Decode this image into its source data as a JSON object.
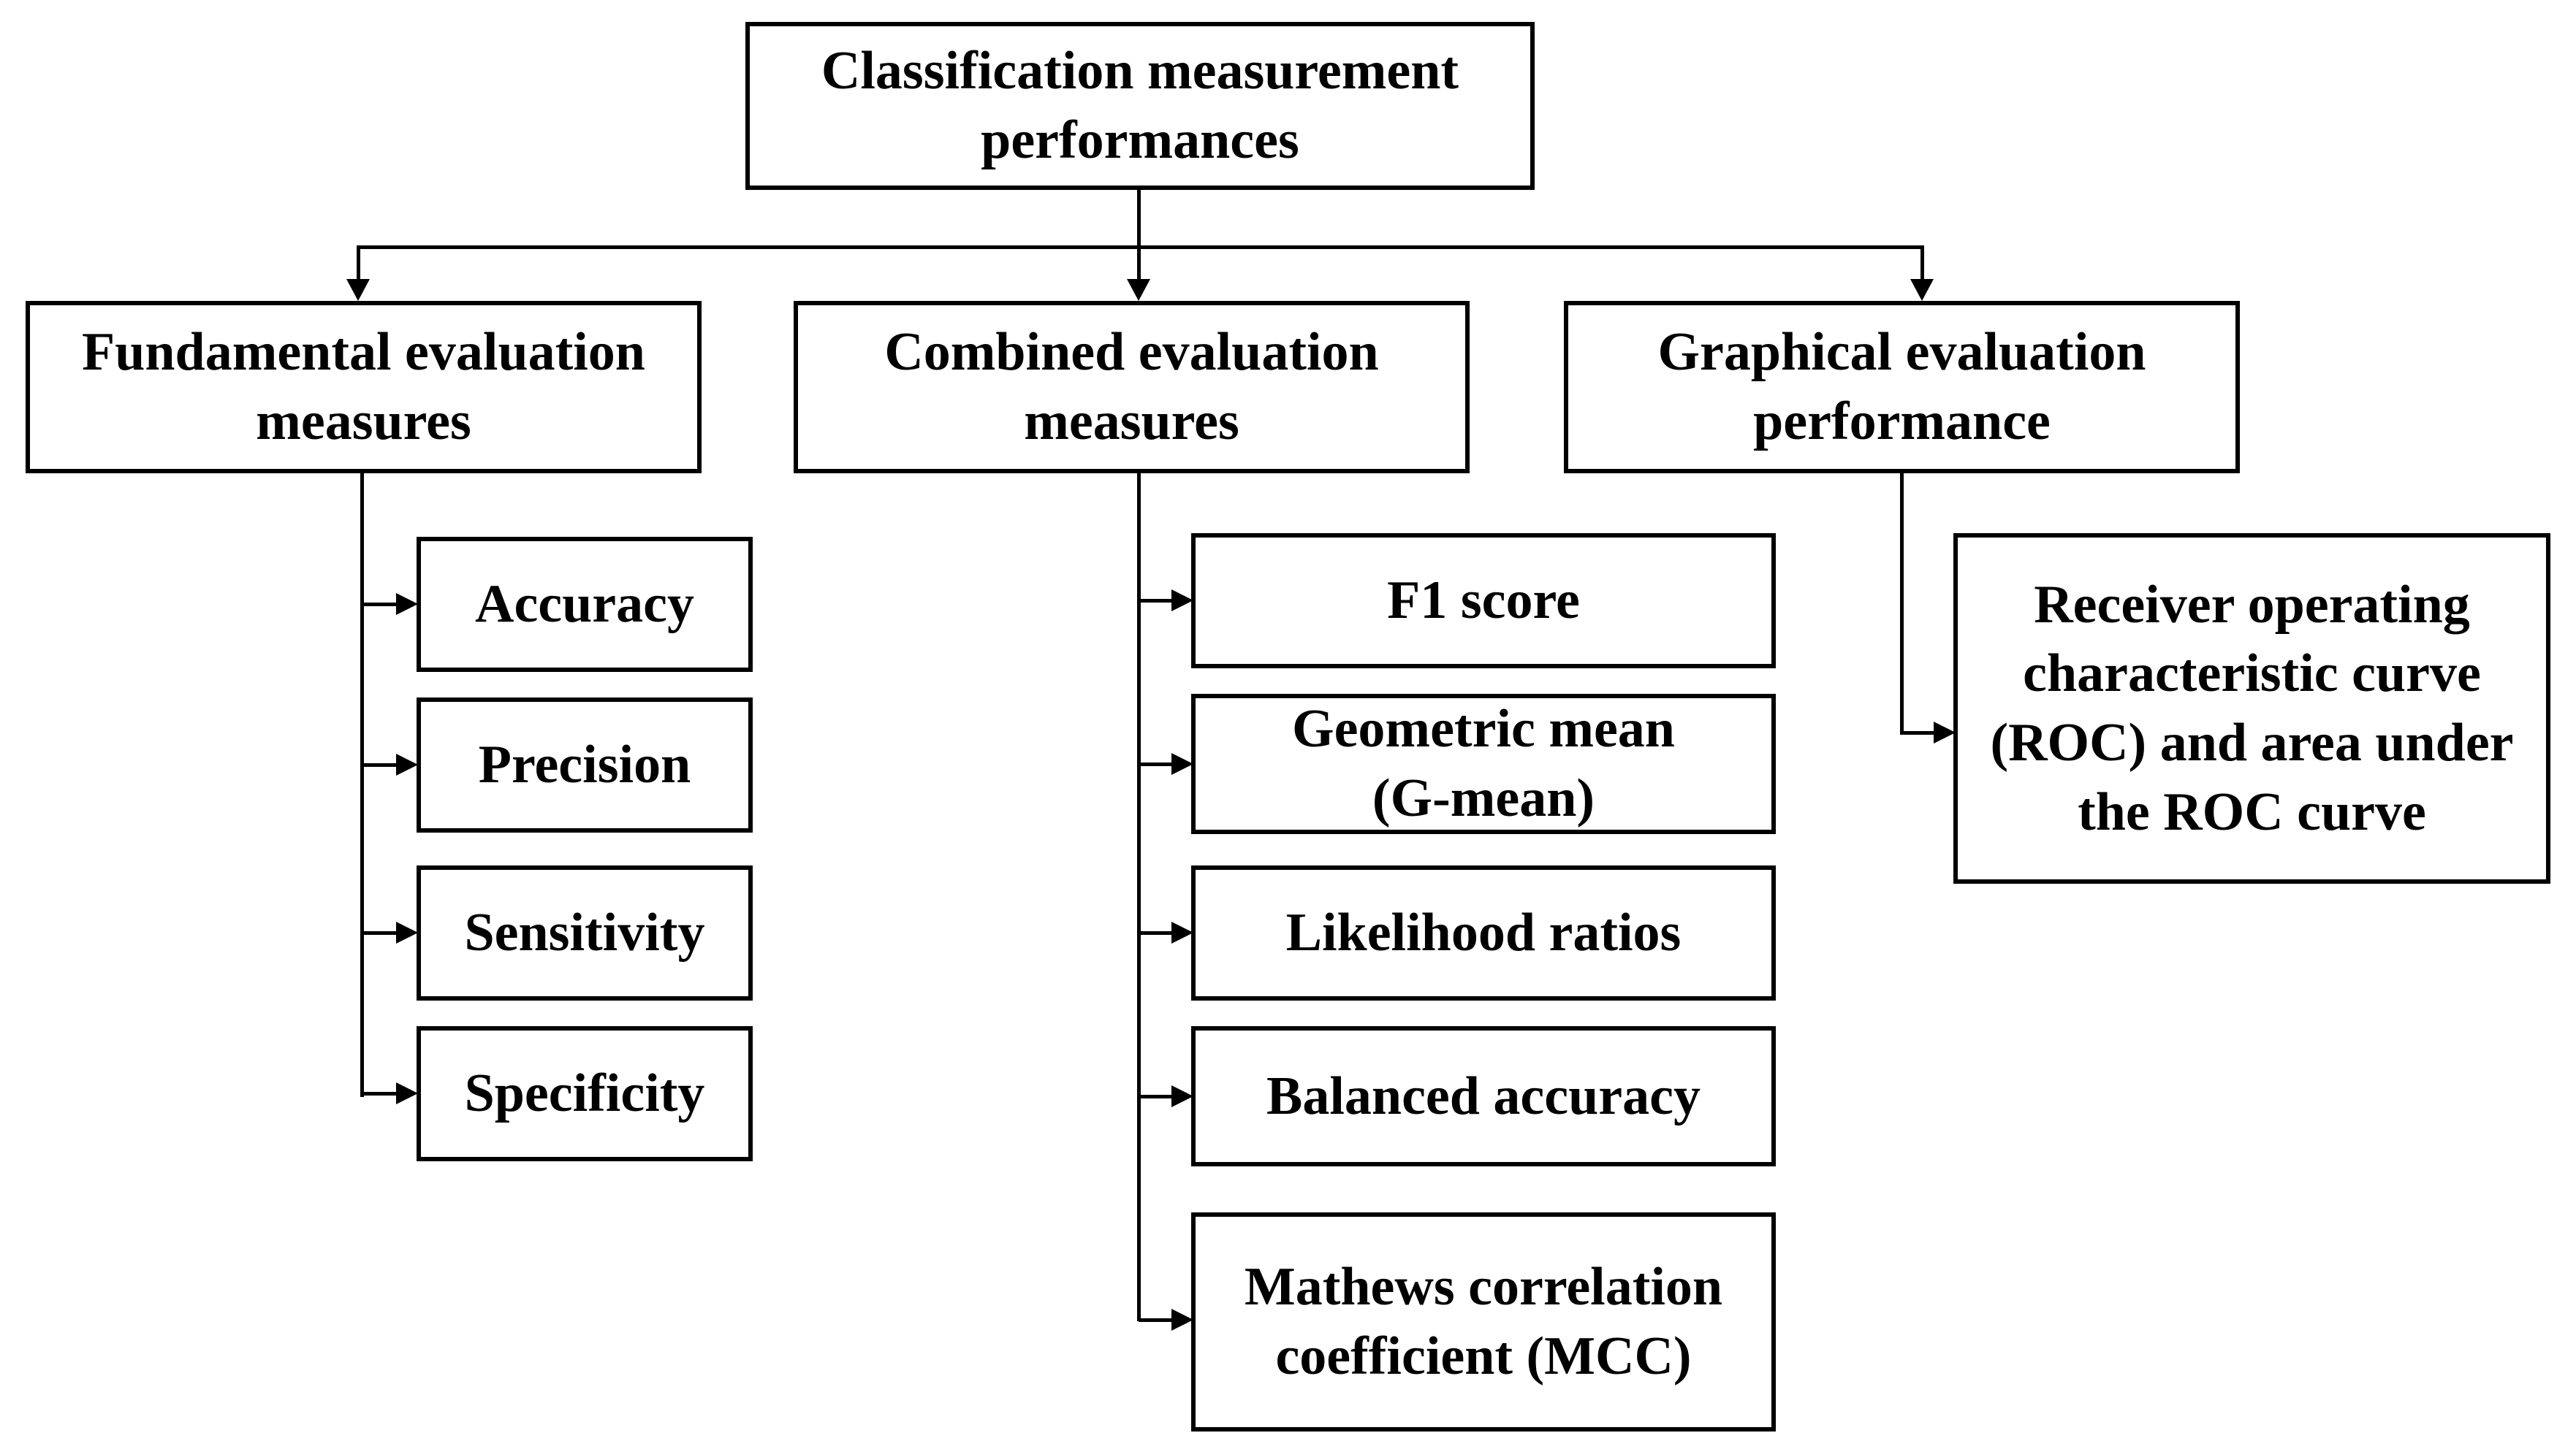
{
  "diagram": {
    "root": {
      "label": "Classification measurement\nperformances"
    },
    "branches": [
      {
        "label": "Fundamental evaluation\nmeasures",
        "children": [
          {
            "label": "Accuracy"
          },
          {
            "label": "Precision"
          },
          {
            "label": "Sensitivity"
          },
          {
            "label": "Specificity"
          }
        ]
      },
      {
        "label": "Combined evaluation\nmeasures",
        "children": [
          {
            "label": "F1 score"
          },
          {
            "label": "Geometric mean\n(G-mean)"
          },
          {
            "label": "Likelihood ratios"
          },
          {
            "label": "Balanced accuracy"
          },
          {
            "label": "Mathews correlation\ncoefficient (MCC)"
          }
        ]
      },
      {
        "label": "Graphical evaluation\nperformance",
        "children": [
          {
            "label": "Receiver operating\ncharacteristic curve\n(ROC) and area under\nthe ROC curve"
          }
        ]
      }
    ],
    "colors": {
      "line": "#000000",
      "border": "#000000",
      "box_background": "#ffffff",
      "text": "#000000",
      "page_background": "#ffffff"
    }
  }
}
